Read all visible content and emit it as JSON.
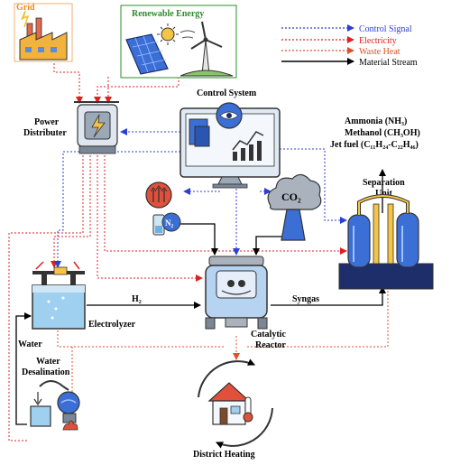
{
  "legend": {
    "control_signal": "Control Signal",
    "electricity": "Electricity",
    "waste_heat": "Waste Heat",
    "material_stream": "Material Stream"
  },
  "labels": {
    "grid": "Grid",
    "renewable_energy": "Renewable Energy",
    "power_distributer_line1": "Power",
    "power_distributer_line2": "Distributer",
    "control_system": "Control System",
    "products_line1": "Ammonia (NH₃)",
    "products_line2": "Methanol (CH₃OH)",
    "products_line3": "Jet fuel (C₁₁H₂₄-C₂₂H₄₆)",
    "separation_unit_line1": "Separation",
    "separation_unit_line2": "Unit",
    "n2": "N₂",
    "co2": "CO₂",
    "h2": "H₂",
    "syngas": "Syngas",
    "electrolyzer": "Electrolyzer",
    "catalytic_reactor_line1": "Catalytic",
    "catalytic_reactor_line2": "Reactor",
    "water": "Water",
    "water_desalination_line1": "Water",
    "water_desalination_line2": "Desalination",
    "district_heating": "District Heating"
  },
  "colors": {
    "control_signal": "#2b3fd6",
    "electricity": "#e02020",
    "waste_heat": "#e0502a",
    "material_stream": "#000000",
    "grid_label": "#f08a24",
    "renewable_label": "#2e8b2e"
  }
}
